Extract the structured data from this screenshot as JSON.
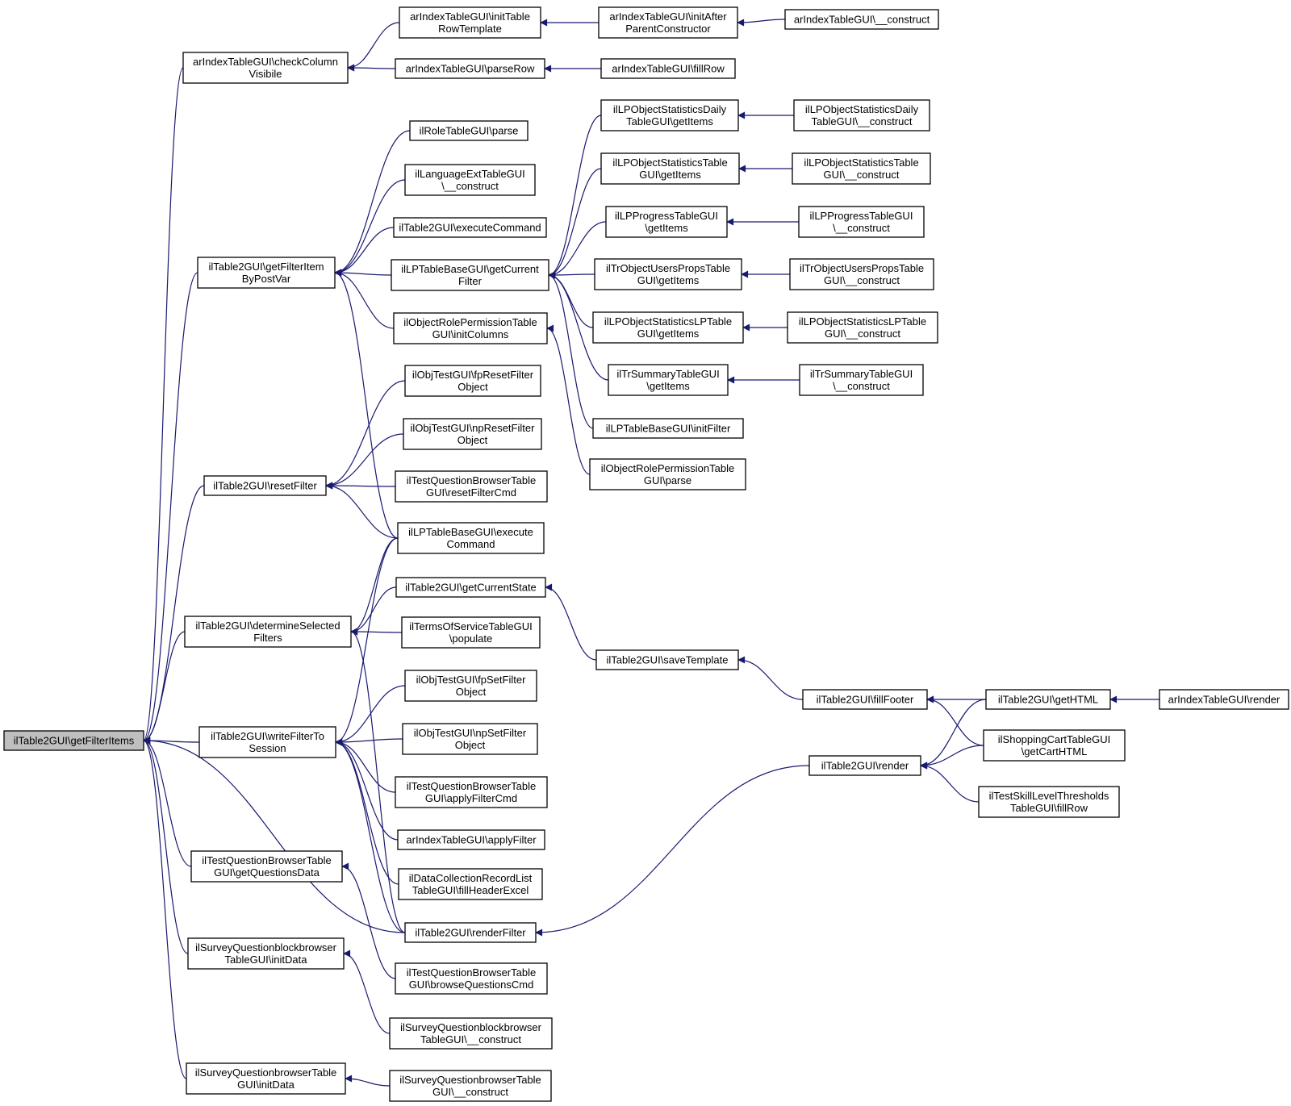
{
  "graph": {
    "root": "n0",
    "colors": {
      "edge": "#191970",
      "node_border": "#000000",
      "root_fill": "#bfbfbf",
      "node_fill": "#ffffff"
    },
    "nodes": [
      {
        "id": "n0",
        "lines": [
          "ilTable2GUI\\getFilterItems"
        ]
      },
      {
        "id": "n1",
        "lines": [
          "arIndexTableGUI\\checkColumn",
          "Visibile"
        ]
      },
      {
        "id": "n2",
        "lines": [
          "ilTable2GUI\\getFilterItem",
          "ByPostVar"
        ]
      },
      {
        "id": "n3",
        "lines": [
          "ilTable2GUI\\resetFilter"
        ]
      },
      {
        "id": "n4",
        "lines": [
          "ilTable2GUI\\determineSelected",
          "Filters"
        ]
      },
      {
        "id": "n5",
        "lines": [
          "ilTable2GUI\\writeFilterTo",
          "Session"
        ]
      },
      {
        "id": "n6",
        "lines": [
          "ilTestQuestionBrowserTable",
          "GUI\\getQuestionsData"
        ]
      },
      {
        "id": "n7",
        "lines": [
          "ilSurveyQuestionblockbrowser",
          "TableGUI\\initData"
        ]
      },
      {
        "id": "n8",
        "lines": [
          "ilSurveyQuestionbrowserTable",
          "GUI\\initData"
        ]
      },
      {
        "id": "n9",
        "lines": [
          "arIndexTableGUI\\initTable",
          "RowTemplate"
        ]
      },
      {
        "id": "n10",
        "lines": [
          "arIndexTableGUI\\parseRow"
        ]
      },
      {
        "id": "n11",
        "lines": [
          "ilRoleTableGUI\\parse"
        ]
      },
      {
        "id": "n12",
        "lines": [
          "ilLanguageExtTableGUI",
          "\\__construct"
        ]
      },
      {
        "id": "n13",
        "lines": [
          "ilTable2GUI\\executeCommand"
        ]
      },
      {
        "id": "n14",
        "lines": [
          "ilLPTableBaseGUI\\getCurrent",
          "Filter"
        ]
      },
      {
        "id": "n15",
        "lines": [
          "ilObjectRolePermissionTable",
          "GUI\\initColumns"
        ]
      },
      {
        "id": "n16",
        "lines": [
          "ilObjTestGUI\\fpResetFilter",
          "Object"
        ]
      },
      {
        "id": "n17",
        "lines": [
          "ilObjTestGUI\\npResetFilter",
          "Object"
        ]
      },
      {
        "id": "n18",
        "lines": [
          "ilTestQuestionBrowserTable",
          "GUI\\resetFilterCmd"
        ]
      },
      {
        "id": "n19",
        "lines": [
          "ilLPTableBaseGUI\\execute",
          "Command"
        ]
      },
      {
        "id": "n20",
        "lines": [
          "ilTable2GUI\\getCurrentState"
        ]
      },
      {
        "id": "n21",
        "lines": [
          "ilTermsOfServiceTableGUI",
          "\\populate"
        ]
      },
      {
        "id": "n22",
        "lines": [
          "ilObjTestGUI\\fpSetFilter",
          "Object"
        ]
      },
      {
        "id": "n23",
        "lines": [
          "ilObjTestGUI\\npSetFilter",
          "Object"
        ]
      },
      {
        "id": "n24",
        "lines": [
          "ilTestQuestionBrowserTable",
          "GUI\\applyFilterCmd"
        ]
      },
      {
        "id": "n25",
        "lines": [
          "arIndexTableGUI\\applyFilter"
        ]
      },
      {
        "id": "n26",
        "lines": [
          "ilDataCollectionRecordList",
          "TableGUI\\fillHeaderExcel"
        ]
      },
      {
        "id": "n27",
        "lines": [
          "ilTable2GUI\\renderFilter"
        ]
      },
      {
        "id": "n28",
        "lines": [
          "ilTestQuestionBrowserTable",
          "GUI\\browseQuestionsCmd"
        ]
      },
      {
        "id": "n29",
        "lines": [
          "ilSurveyQuestionblockbrowser",
          "TableGUI\\__construct"
        ]
      },
      {
        "id": "n30",
        "lines": [
          "ilSurveyQuestionbrowserTable",
          "GUI\\__construct"
        ]
      },
      {
        "id": "n31",
        "lines": [
          "arIndexTableGUI\\initAfter",
          "ParentConstructor"
        ]
      },
      {
        "id": "n32",
        "lines": [
          "arIndexTableGUI\\fillRow"
        ]
      },
      {
        "id": "n33",
        "lines": [
          "ilLPObjectStatisticsDaily",
          "TableGUI\\getItems"
        ]
      },
      {
        "id": "n34",
        "lines": [
          "ilLPObjectStatisticsTable",
          "GUI\\getItems"
        ]
      },
      {
        "id": "n35",
        "lines": [
          "ilLPProgressTableGUI",
          "\\getItems"
        ]
      },
      {
        "id": "n36",
        "lines": [
          "ilTrObjectUsersPropsTable",
          "GUI\\getItems"
        ]
      },
      {
        "id": "n37",
        "lines": [
          "ilLPObjectStatisticsLPTable",
          "GUI\\getItems"
        ]
      },
      {
        "id": "n38",
        "lines": [
          "ilTrSummaryTableGUI",
          "\\getItems"
        ]
      },
      {
        "id": "n39",
        "lines": [
          "ilLPTableBaseGUI\\initFilter"
        ]
      },
      {
        "id": "n40",
        "lines": [
          "ilObjectRolePermissionTable",
          "GUI\\parse"
        ]
      },
      {
        "id": "n41",
        "lines": [
          "ilTable2GUI\\saveTemplate"
        ]
      },
      {
        "id": "n42",
        "lines": [
          "arIndexTableGUI\\__construct"
        ]
      },
      {
        "id": "n43",
        "lines": [
          "ilLPObjectStatisticsDaily",
          "TableGUI\\__construct"
        ]
      },
      {
        "id": "n44",
        "lines": [
          "ilLPObjectStatisticsTable",
          "GUI\\__construct"
        ]
      },
      {
        "id": "n45",
        "lines": [
          "ilLPProgressTableGUI",
          "\\__construct"
        ]
      },
      {
        "id": "n46",
        "lines": [
          "ilTrObjectUsersPropsTable",
          "GUI\\__construct"
        ]
      },
      {
        "id": "n47",
        "lines": [
          "ilLPObjectStatisticsLPTable",
          "GUI\\__construct"
        ]
      },
      {
        "id": "n48",
        "lines": [
          "ilTrSummaryTableGUI",
          "\\__construct"
        ]
      },
      {
        "id": "n49",
        "lines": [
          "ilTable2GUI\\fillFooter"
        ]
      },
      {
        "id": "n50",
        "lines": [
          "ilTable2GUI\\render"
        ]
      },
      {
        "id": "n51",
        "lines": [
          "ilTable2GUI\\getHTML"
        ]
      },
      {
        "id": "n52",
        "lines": [
          "ilShoppingCartTableGUI",
          "\\getCartHTML"
        ]
      },
      {
        "id": "n53",
        "lines": [
          "ilTestSkillLevelThresholds",
          "TableGUI\\fillRow"
        ]
      },
      {
        "id": "n54",
        "lines": [
          "arIndexTableGUI\\render"
        ]
      }
    ],
    "edges": [
      {
        "from": "n1",
        "to": "n0"
      },
      {
        "from": "n2",
        "to": "n0"
      },
      {
        "from": "n3",
        "to": "n0"
      },
      {
        "from": "n4",
        "to": "n0"
      },
      {
        "from": "n5",
        "to": "n0"
      },
      {
        "from": "n6",
        "to": "n0"
      },
      {
        "from": "n7",
        "to": "n0"
      },
      {
        "from": "n8",
        "to": "n0"
      },
      {
        "from": "n27",
        "to": "n0"
      },
      {
        "from": "n9",
        "to": "n1"
      },
      {
        "from": "n10",
        "to": "n1"
      },
      {
        "from": "n11",
        "to": "n2"
      },
      {
        "from": "n12",
        "to": "n2"
      },
      {
        "from": "n13",
        "to": "n2"
      },
      {
        "from": "n14",
        "to": "n2"
      },
      {
        "from": "n15",
        "to": "n2"
      },
      {
        "from": "n19",
        "to": "n2"
      },
      {
        "from": "n16",
        "to": "n3"
      },
      {
        "from": "n17",
        "to": "n3"
      },
      {
        "from": "n18",
        "to": "n3"
      },
      {
        "from": "n19",
        "to": "n3"
      },
      {
        "from": "n19",
        "to": "n4"
      },
      {
        "from": "n20",
        "to": "n4"
      },
      {
        "from": "n21",
        "to": "n4"
      },
      {
        "from": "n27",
        "to": "n4"
      },
      {
        "from": "n19",
        "to": "n5"
      },
      {
        "from": "n22",
        "to": "n5"
      },
      {
        "from": "n23",
        "to": "n5"
      },
      {
        "from": "n24",
        "to": "n5"
      },
      {
        "from": "n25",
        "to": "n5"
      },
      {
        "from": "n26",
        "to": "n5"
      },
      {
        "from": "n27",
        "to": "n5"
      },
      {
        "from": "n28",
        "to": "n6"
      },
      {
        "from": "n29",
        "to": "n7"
      },
      {
        "from": "n30",
        "to": "n8"
      },
      {
        "from": "n31",
        "to": "n9"
      },
      {
        "from": "n42",
        "to": "n31"
      },
      {
        "from": "n32",
        "to": "n10"
      },
      {
        "from": "n33",
        "to": "n14"
      },
      {
        "from": "n34",
        "to": "n14"
      },
      {
        "from": "n35",
        "to": "n14"
      },
      {
        "from": "n36",
        "to": "n14"
      },
      {
        "from": "n37",
        "to": "n14"
      },
      {
        "from": "n38",
        "to": "n14"
      },
      {
        "from": "n39",
        "to": "n14"
      },
      {
        "from": "n43",
        "to": "n33"
      },
      {
        "from": "n44",
        "to": "n34"
      },
      {
        "from": "n45",
        "to": "n35"
      },
      {
        "from": "n46",
        "to": "n36"
      },
      {
        "from": "n47",
        "to": "n37"
      },
      {
        "from": "n48",
        "to": "n38"
      },
      {
        "from": "n40",
        "to": "n15"
      },
      {
        "from": "n41",
        "to": "n20"
      },
      {
        "from": "n49",
        "to": "n41"
      },
      {
        "from": "n51",
        "to": "n49"
      },
      {
        "from": "n52",
        "to": "n49"
      },
      {
        "from": "n54",
        "to": "n51"
      },
      {
        "from": "n51",
        "to": "n50"
      },
      {
        "from": "n52",
        "to": "n50"
      },
      {
        "from": "n53",
        "to": "n50"
      },
      {
        "from": "n50",
        "to": "n27"
      }
    ]
  }
}
